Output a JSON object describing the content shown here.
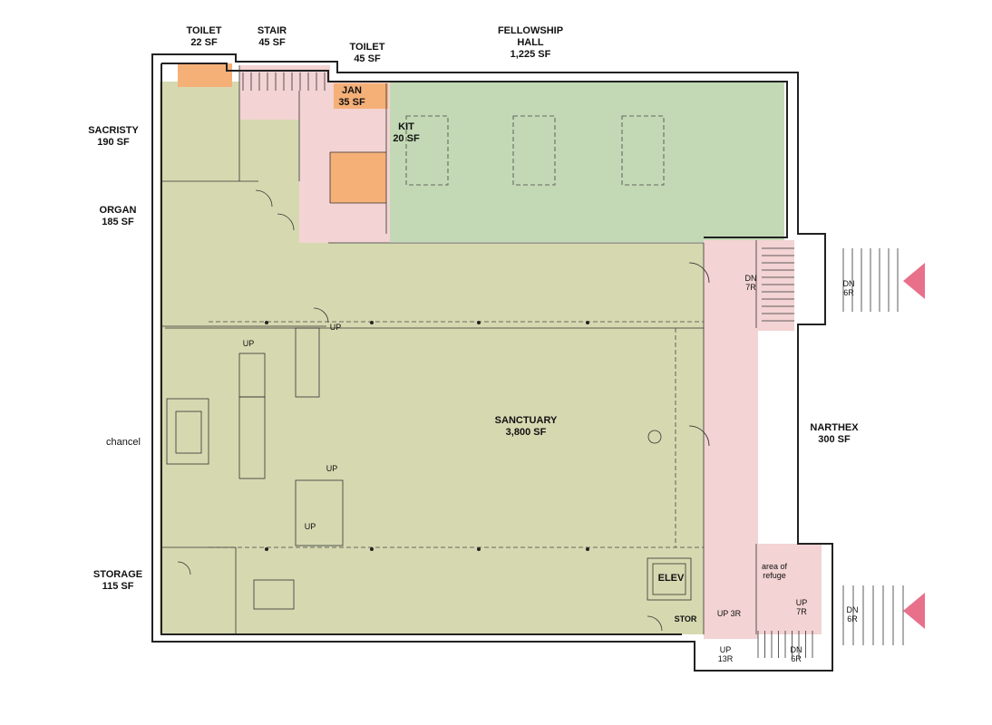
{
  "labels": {
    "toilet_left": "TOILET",
    "toilet_left_area": "22 SF",
    "stair": "STAIR",
    "stair_area": "45 SF",
    "toilet_mid": "TOILET",
    "toilet_mid_area": "45 SF",
    "fellowship_hall": "FELLOWSHIP",
    "fellowship_hall_2": "HALL",
    "fellowship_hall_area": "1,225 SF",
    "sacristy": "SACRISTY",
    "sacristy_area": "190 SF",
    "jan": "JAN",
    "jan_area": "35 SF",
    "kit": "KIT",
    "kit_area": "20 SF",
    "organ": "ORGAN",
    "organ_area": "185 SF",
    "sanctuary": "SANCTUARY",
    "sanctuary_area": "3,800 SF",
    "chancel": "chancel",
    "narthex": "NARTHEX",
    "narthex_area": "300 SF",
    "storage": "STORAGE",
    "storage_area": "115 SF",
    "elev": "ELEV",
    "stor": "STOR",
    "area_of_refuge_1": "area of",
    "area_of_refuge_2": "refuge",
    "up_1": "UP",
    "up_2": "UP",
    "up_3": "UP",
    "up_4": "UP",
    "up_5": "UP",
    "dn_7r_a": "DN",
    "dn_7r_b": "7R",
    "dn_6r_top_a": "DN",
    "dn_6r_top_b": "6R",
    "up_7r_a": "UP",
    "up_7r_b": "7R",
    "dn_6r_bot_a": "DN",
    "dn_6r_bot_b": "6R",
    "up_3r": "UP 3R",
    "up_13r_a": "UP",
    "up_13r_b": "13R",
    "dn_6r_low_a": "DN",
    "dn_6r_low_b": "6R"
  },
  "colors": {
    "sanctuary": "#d6d9b0",
    "fellowship": "#c3d9b5",
    "circulation": "#f3d3d3",
    "service": "#f5b078",
    "entry_arrow": "#e8708a"
  }
}
